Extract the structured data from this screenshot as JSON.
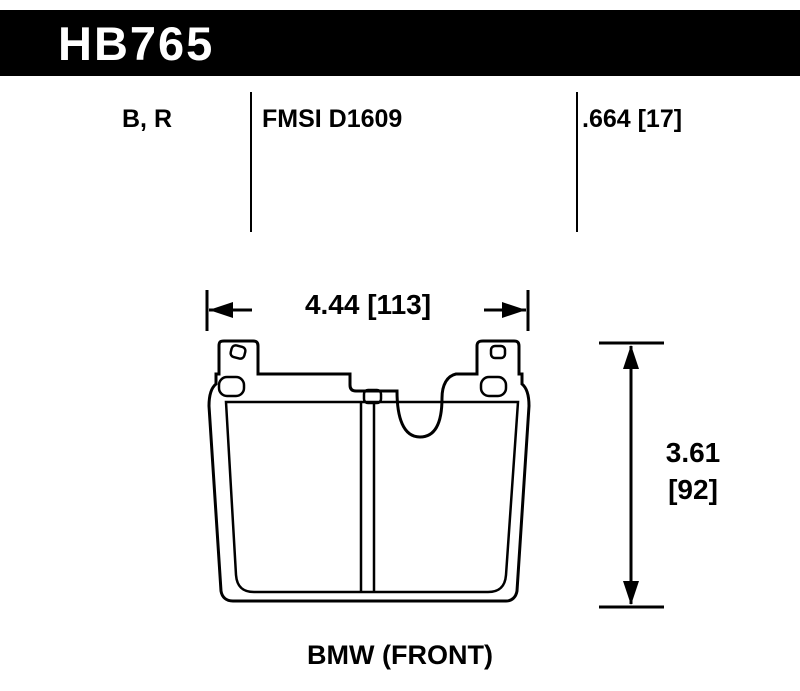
{
  "header": {
    "part_number": "HB765"
  },
  "spec_row": {
    "compounds": "B, R",
    "fmsi": "FMSI D1609",
    "pad_thickness": ".664 [17]"
  },
  "diagram": {
    "width_dimension": "4.44 [113]",
    "height_dimension_in": "3.61",
    "height_dimension_mm": "[92]",
    "caption": "BMW (FRONT)"
  },
  "colors": {
    "header_bg": "#000000",
    "header_fg": "#ffffff",
    "line": "#000000",
    "background": "#ffffff"
  }
}
